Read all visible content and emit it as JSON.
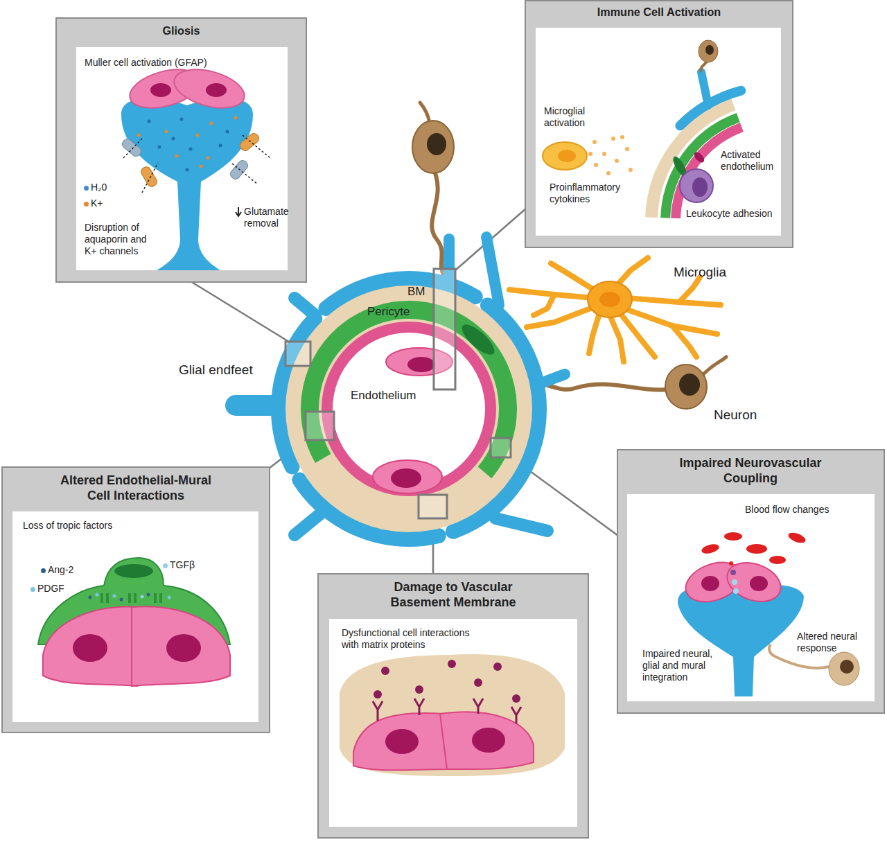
{
  "diagram": {
    "nodes": [
      {
        "text": [
          "Gliosis",
          "Muller cell activation (GFAP)",
          "Disruption of aquaporin and K+ channels",
          "Glutamate removal"
        ]
      },
      {
        "text": [
          "Immune Cell Activation",
          "Microglial activation",
          "Proinflammatory cytokines",
          "Activated endothelium",
          "Leukocyte adhesion"
        ]
      },
      {
        "text": [
          "Altered Endothelial-Mural Cell Interactions",
          "Loss of tropic factors"
        ]
      },
      {
        "text": [
          "Damage to Vascular Basement Membrane",
          "Dysfunctional cell interactions with matrix proteins"
        ]
      },
      {
        "text": [
          "Impaired Neurovascular Coupling",
          "Blood flow changes",
          "Altered neural response",
          "Impaired neural, glial and mural integration"
        ]
      }
    ],
    "labels": [
      "BM",
      "Pericyte",
      "Glial endfeet",
      "Endothelium",
      "Microglia",
      "Neuron"
    ],
    "legend": [
      {
        "text": "H₂0",
        "color": "#3a8fd0"
      },
      {
        "text": "K+",
        "color": "#e8892c"
      },
      {
        "text": "Ang-2",
        "color": "#2f5f8a"
      },
      {
        "text": "PDGF",
        "color": "#7ec3e8"
      },
      {
        "text": "TGFβ",
        "color": "#8fd0ea"
      }
    ]
  }
}
